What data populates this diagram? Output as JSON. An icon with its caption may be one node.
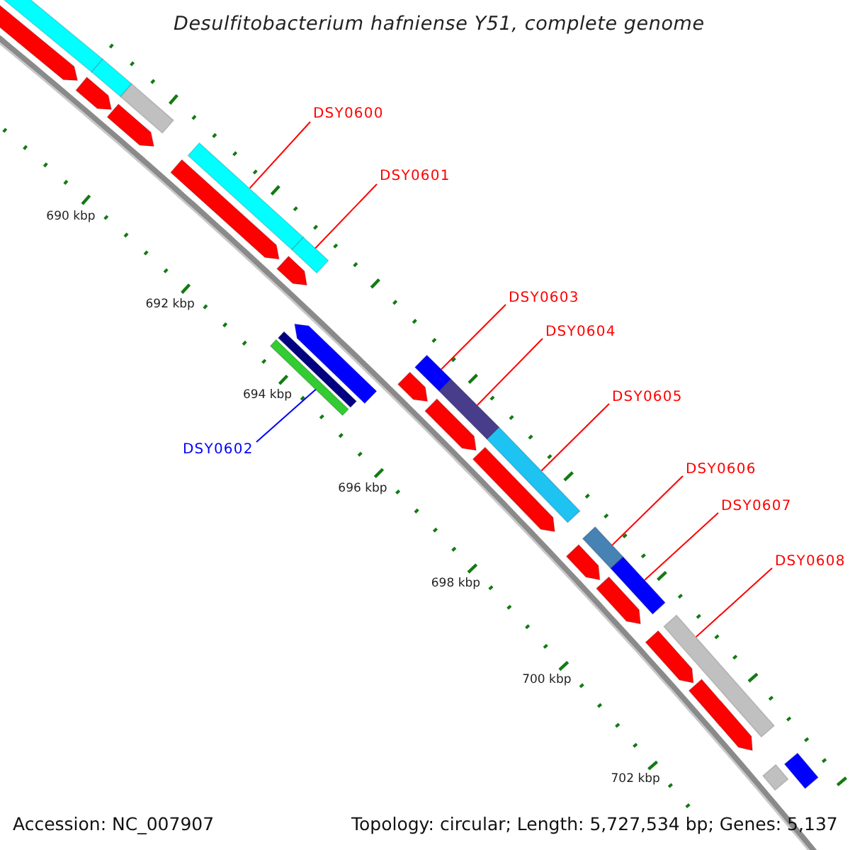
{
  "diagram": {
    "title": "Desulfitobacterium hafniense Y51, complete genome",
    "nodes": [
      {
        "text": [
          "DSY0600"
        ]
      },
      {
        "text": [
          "DSY0601"
        ]
      },
      {
        "text": [
          "DSY0603"
        ]
      },
      {
        "text": [
          "DSY0604"
        ]
      },
      {
        "text": [
          "DSY0605"
        ]
      },
      {
        "text": [
          "DSY0602"
        ]
      },
      {
        "text": [
          "DSY0606"
        ]
      },
      {
        "text": [
          "DSY0607"
        ]
      },
      {
        "text": [
          "DSY0608"
        ]
      },
      {
        "text": [],
        "shape": "bar"
      },
      {
        "text": [],
        "shape": "arrow"
      },
      {
        "text": [],
        "shape": "bar"
      },
      {
        "text": [],
        "shape": "arrow"
      },
      {
        "text": [],
        "shape": "bar"
      },
      {
        "text": [],
        "shape": "arrow"
      },
      {
        "text": [],
        "shape": "bar"
      },
      {
        "text": [],
        "shape": "arrow"
      },
      {
        "text": [],
        "shape": "bar"
      },
      {
        "text": [],
        "shape": "arrow"
      },
      {
        "text": [],
        "shape": "arrow"
      },
      {
        "text": [],
        "shape": "bar"
      },
      {
        "text": [],
        "shape": "bar"
      },
      {
        "text": [],
        "shape": "bar"
      },
      {
        "text": [],
        "shape": "arrow"
      },
      {
        "text": [],
        "shape": "bar"
      },
      {
        "text": [],
        "shape": "arrow"
      },
      {
        "text": [],
        "shape": "bar"
      },
      {
        "text": [],
        "shape": "arrow"
      },
      {
        "text": [],
        "shape": "bar"
      },
      {
        "text": [],
        "shape": "arrow"
      },
      {
        "text": [],
        "shape": "bar"
      },
      {
        "text": [],
        "shape": "arrow"
      },
      {
        "text": [],
        "shape": "bar"
      },
      {
        "text": [],
        "shape": "arrow"
      },
      {
        "text": [],
        "shape": "arrow"
      },
      {
        "text": [],
        "shape": "bar"
      },
      {
        "text": [],
        "shape": "bar"
      }
    ],
    "edges": [
      {
        "from": 0,
        "to": 15,
        "arrow": "none"
      },
      {
        "from": 1,
        "to": 17,
        "arrow": "none"
      },
      {
        "from": 2,
        "to": 22,
        "arrow": "none"
      },
      {
        "from": 3,
        "to": 24,
        "arrow": "none"
      },
      {
        "from": 4,
        "to": 26,
        "arrow": "none"
      },
      {
        "from": 5,
        "to": 21,
        "arrow": "none",
        "color": "#0000ff"
      },
      {
        "from": 6,
        "to": 28,
        "arrow": "none"
      },
      {
        "from": 7,
        "to": 30,
        "arrow": "none"
      },
      {
        "from": 8,
        "to": 32,
        "arrow": "none"
      }
    ],
    "labels": [
      "690 kbp",
      "692 kbp",
      "694 kbp",
      "696 kbp",
      "698 kbp",
      "700 kbp",
      "702 kbp",
      "Accession: NC_007907",
      "Topology: circular; Length: 5,727,534 bp; Genes: 5,137"
    ]
  }
}
